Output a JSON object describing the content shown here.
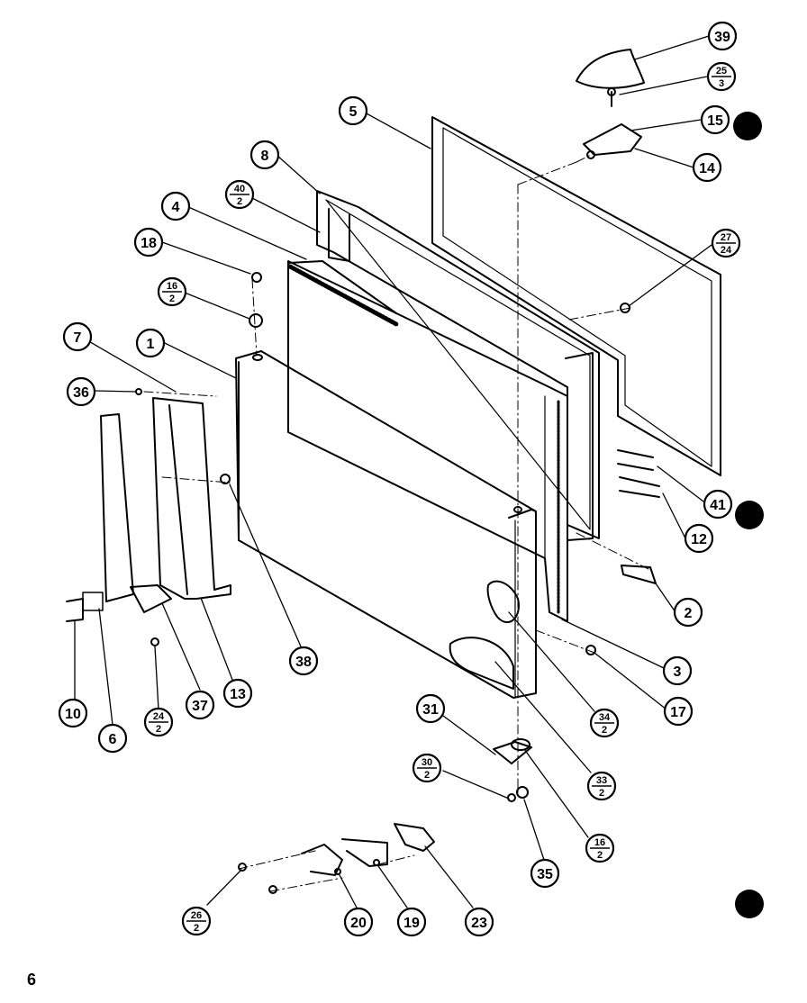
{
  "page_number": "6",
  "callouts": [
    {
      "id": "c39",
      "top": "39"
    },
    {
      "id": "c25",
      "top": "25",
      "bottom": "3"
    },
    {
      "id": "c15",
      "top": "15"
    },
    {
      "id": "c14",
      "top": "14"
    },
    {
      "id": "c5",
      "top": "5"
    },
    {
      "id": "c8",
      "top": "8"
    },
    {
      "id": "c40",
      "top": "40",
      "bottom": "2"
    },
    {
      "id": "c4",
      "top": "4"
    },
    {
      "id": "c18",
      "top": "18"
    },
    {
      "id": "c16a",
      "top": "16",
      "bottom": "2"
    },
    {
      "id": "c27",
      "top": "27",
      "bottom": "24"
    },
    {
      "id": "c7",
      "top": "7"
    },
    {
      "id": "c1",
      "top": "1"
    },
    {
      "id": "c36",
      "top": "36"
    },
    {
      "id": "c41",
      "top": "41"
    },
    {
      "id": "c12",
      "top": "12"
    },
    {
      "id": "c2",
      "top": "2"
    },
    {
      "id": "c38",
      "top": "38"
    },
    {
      "id": "c3",
      "top": "3"
    },
    {
      "id": "c17",
      "top": "17"
    },
    {
      "id": "c10",
      "top": "10"
    },
    {
      "id": "c6",
      "top": "6"
    },
    {
      "id": "c24",
      "top": "24",
      "bottom": "2"
    },
    {
      "id": "c37",
      "top": "37"
    },
    {
      "id": "c13",
      "top": "13"
    },
    {
      "id": "c34",
      "top": "34",
      "bottom": "2"
    },
    {
      "id": "c31",
      "top": "31"
    },
    {
      "id": "c30",
      "top": "30",
      "bottom": "2"
    },
    {
      "id": "c33",
      "top": "33",
      "bottom": "2"
    },
    {
      "id": "c16b",
      "top": "16",
      "bottom": "2"
    },
    {
      "id": "c35",
      "top": "35"
    },
    {
      "id": "c26",
      "top": "26",
      "bottom": "2"
    },
    {
      "id": "c20",
      "top": "20"
    },
    {
      "id": "c19",
      "top": "19"
    },
    {
      "id": "c23",
      "top": "23"
    }
  ]
}
